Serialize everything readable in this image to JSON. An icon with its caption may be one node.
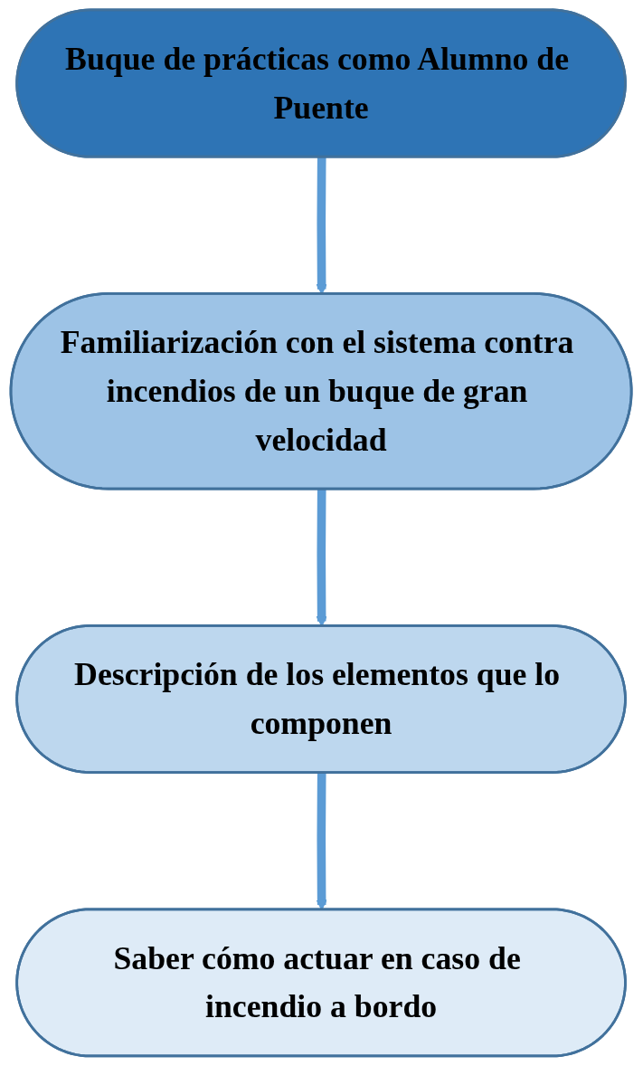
{
  "diagram": {
    "nodes": [
      {
        "text": [
          "Buque de prácticas como Alumno de Puente"
        ]
      },
      {
        "text": [
          "Familiarización con el sistema contra incendios de un buque de gran velocidad"
        ]
      },
      {
        "text": [
          "Descripción de los elementos que lo componen"
        ]
      },
      {
        "text": [
          "Saber cómo actuar en caso de incendio a bordo"
        ]
      }
    ],
    "edges": [
      {
        "from": 0,
        "to": 1,
        "arrow": "to"
      },
      {
        "from": 1,
        "to": 2,
        "arrow": "to"
      },
      {
        "from": 2,
        "to": 3,
        "arrow": "to"
      }
    ]
  }
}
